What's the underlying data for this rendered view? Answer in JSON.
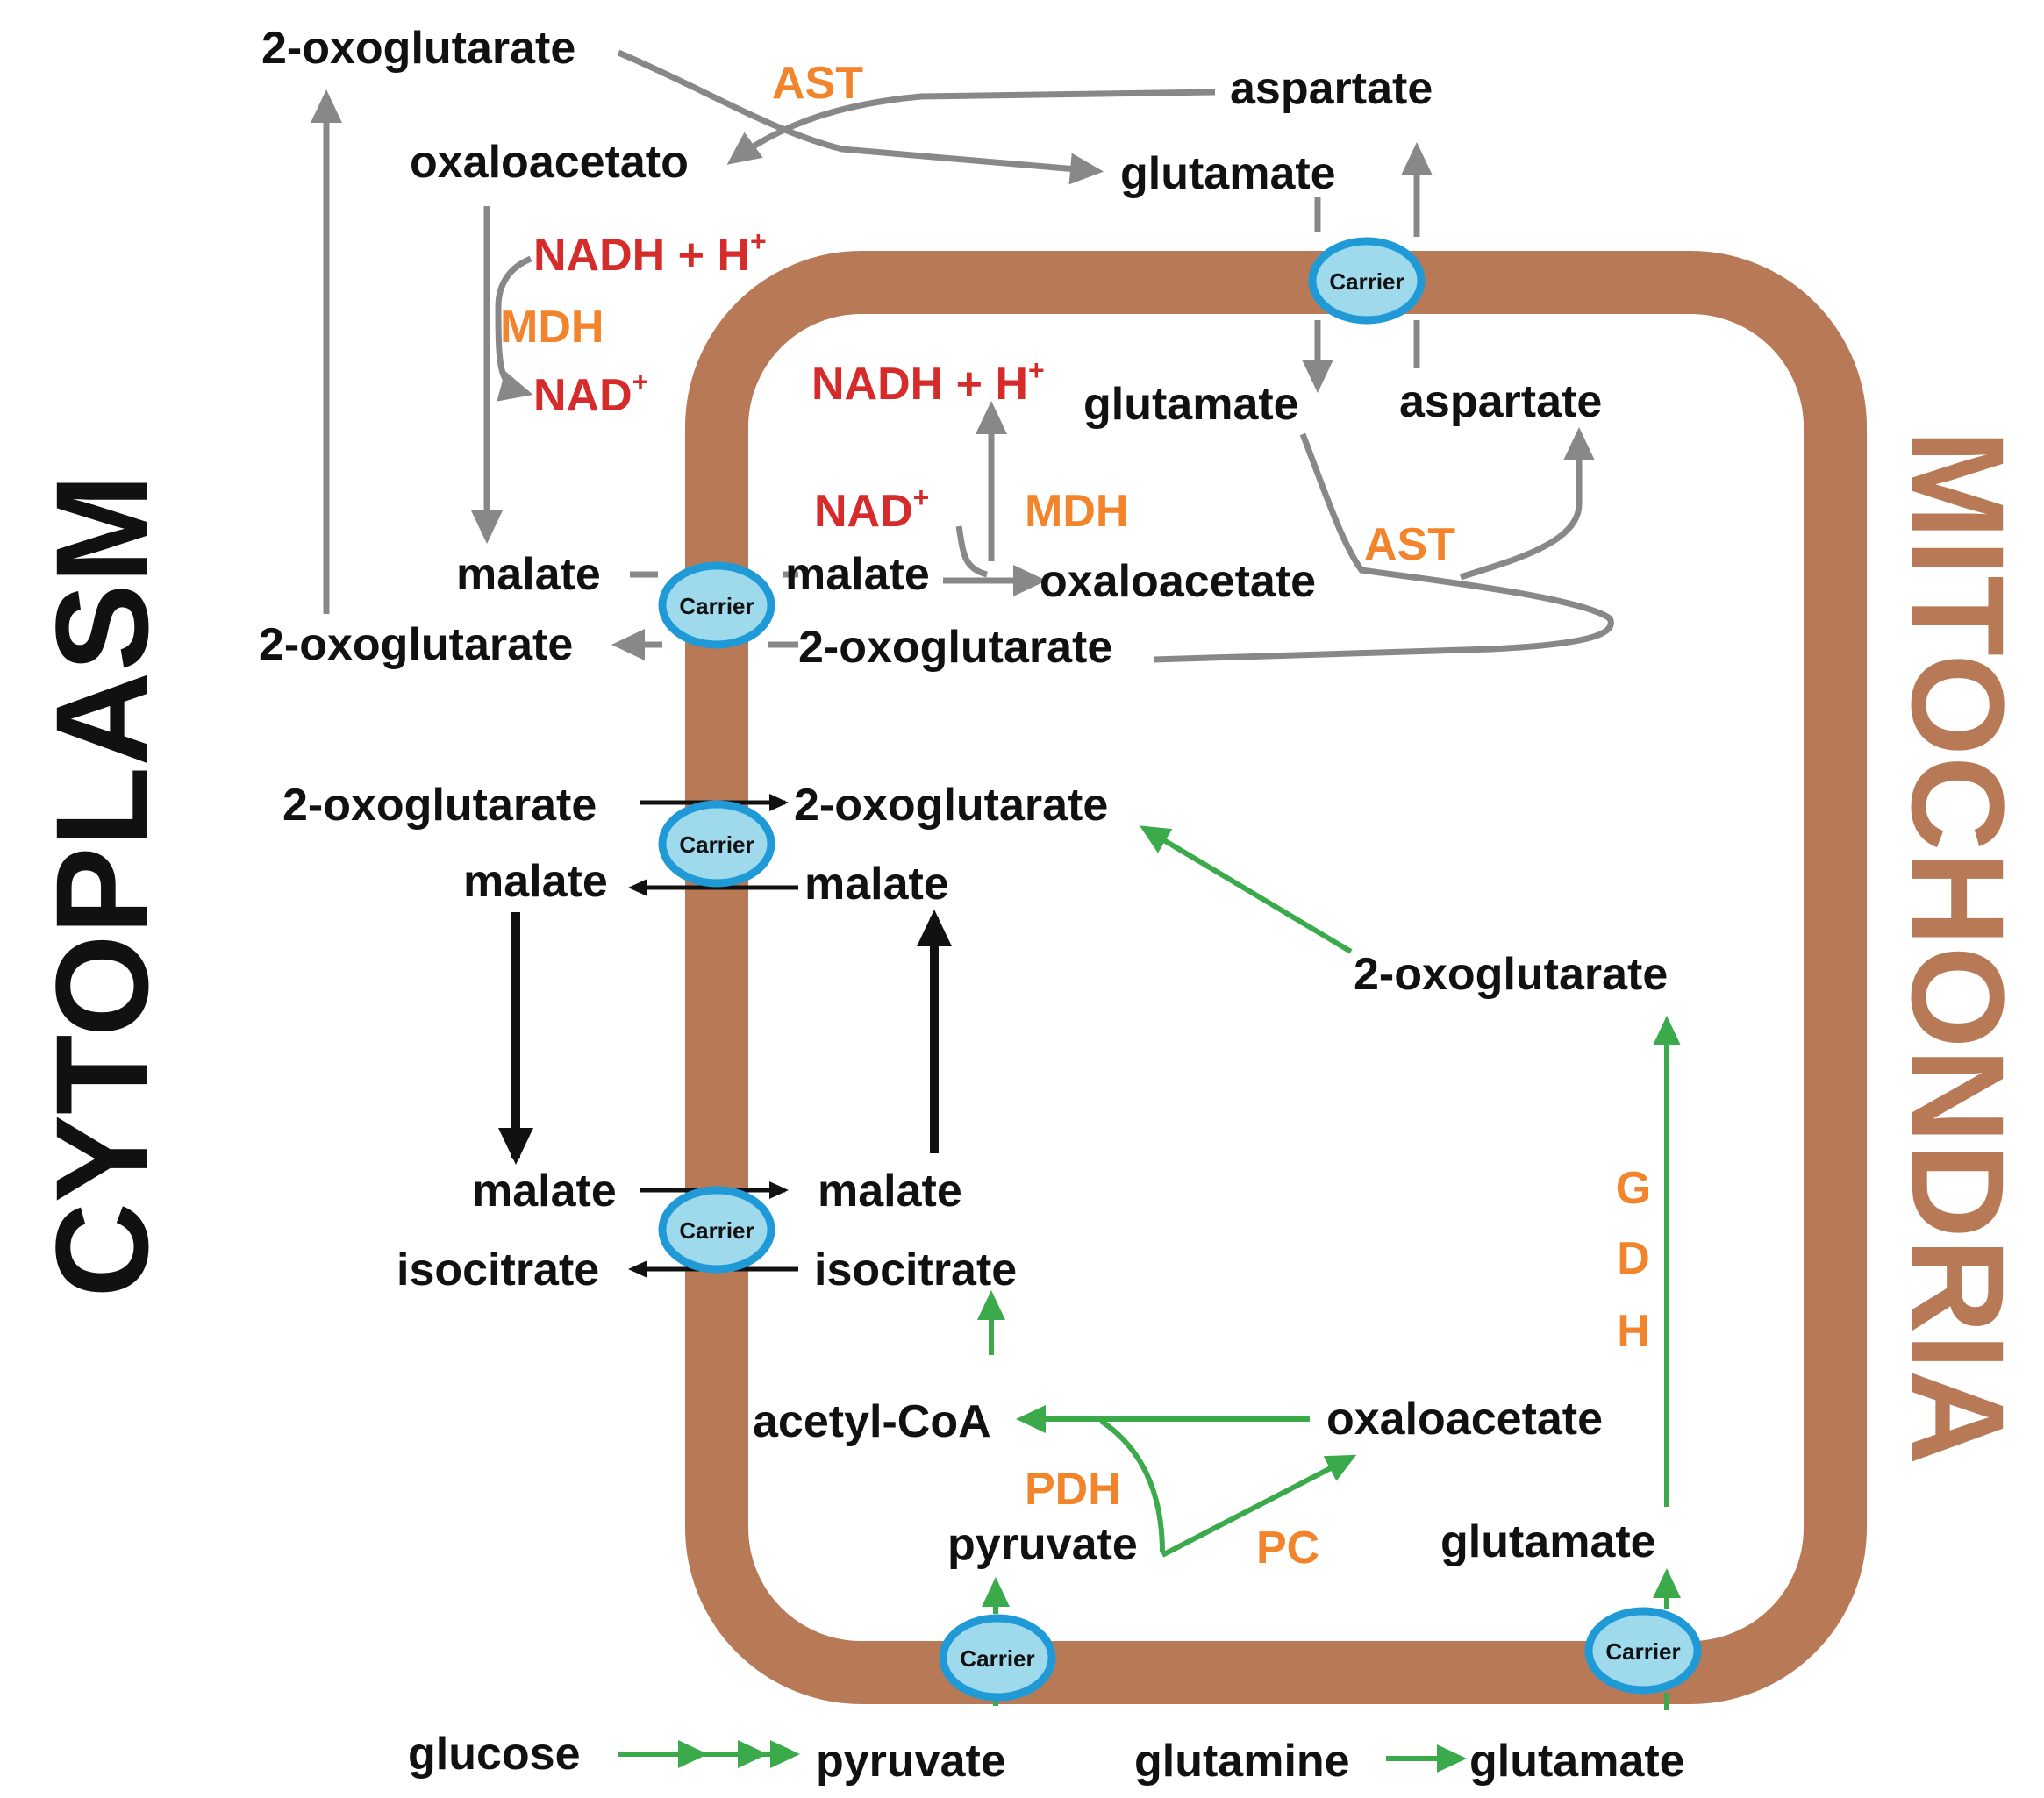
{
  "regions": {
    "cytoplasm": "CYTOPLASM",
    "mitochondria": "MITOCHONDRIA"
  },
  "carrier_label": "Carrier",
  "colors": {
    "membrane": "#b87a56",
    "carrier_fill": "#9fd9ec",
    "carrier_stroke": "#1f9ad6",
    "metabolite": "#111111",
    "enzyme": "#f2842c",
    "cofactor": "#d62b2b",
    "arrow_gray": "#888888",
    "arrow_black": "#111111",
    "arrow_green": "#3aaa4a"
  },
  "metabolites": {
    "oxoglutarate_top": "2-oxoglutarate",
    "aspartate_top": "aspartate",
    "oxaloacetato": "oxaloacetato",
    "glutamate_top": "glutamate",
    "glutamate_mito": "glutamate",
    "aspartate_mito": "aspartate",
    "malate_cyt1": "malate",
    "malate_mito1": "malate",
    "oxaloacetate_mito": "oxaloacetate",
    "oxoglutarate_cyt1": "2-oxoglutarate",
    "oxoglutarate_mito1": "2-oxoglutarate",
    "oxoglutarate_cyt2": "2-oxoglutarate",
    "oxoglutarate_mito2": "2-oxoglutarate",
    "malate_cyt2": "malate",
    "malate_mito2": "malate",
    "oxoglutarate_mito3": "2-oxoglutarate",
    "malate_cyt3": "malate",
    "malate_mito3": "malate",
    "isocitrate_cyt": "isocitrate",
    "isocitrate_mito": "isocitrate",
    "acetyl_coa": "acetyl-CoA",
    "oxaloacetate_mito2": "oxaloacetate",
    "pyruvate_mito": "pyruvate",
    "glutamate_mito2": "glutamate",
    "glucose": "glucose",
    "pyruvate_cyt": "pyruvate",
    "glutamine": "glutamine",
    "glutamate_cyt": "glutamate"
  },
  "enzymes": {
    "ast_top": "AST",
    "mdh_cyt": "MDH",
    "mdh_mito": "MDH",
    "ast_mito": "AST",
    "pdh": "PDH",
    "pc": "PC",
    "gdh_g": "G",
    "gdh_d": "D",
    "gdh_h": "H"
  },
  "cofactors": {
    "nadh_cyt": "NADH + H",
    "nadh_cyt_sup": "+",
    "nad_cyt": "NAD",
    "nad_cyt_sup": "+",
    "nadh_mito": "NADH + H",
    "nadh_mito_sup": "+",
    "nad_mito": "NAD",
    "nad_mito_sup": "+"
  }
}
